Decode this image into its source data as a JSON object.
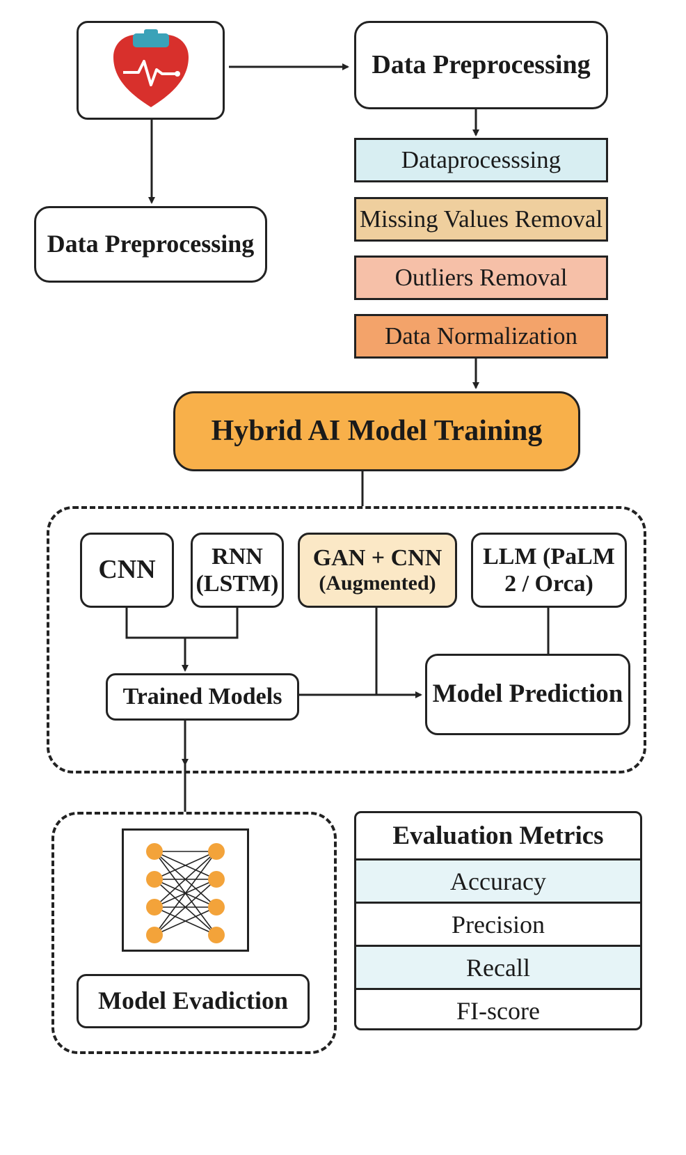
{
  "colors": {
    "stroke": "#222222",
    "step_dataprocessing": "#d8eef2",
    "step_missing_values": "#efcf9e",
    "step_outliers": "#f6c0a8",
    "step_normalization": "#f3a36a",
    "training": "#f8b04a",
    "gan_box": "#fbe8c6",
    "metric_shade": "#e6f4f7",
    "neuron": "#f3a33a",
    "heart": "#d8302c",
    "heart_cap": "#3aa2b8"
  },
  "icons": [
    "heart-monitor-icon",
    "neural-network-icon"
  ],
  "nodes": {
    "preprocessing_top": "Data Preprocessing",
    "preprocessing_left": "Data Preprocessing",
    "steps": [
      "Dataprocesssing",
      "Missing Values Removal",
      "Outliers Removal",
      "Data Normalization"
    ],
    "training": "Hybrid AI Model Training",
    "cnn": "CNN",
    "rnn": [
      "RNN",
      "(LSTM)"
    ],
    "gan": [
      "GAN + CNN",
      "(Augmented)"
    ],
    "llm": [
      "LLM (PaLM",
      "2 / Orca)"
    ],
    "trained_models": "Trained Models",
    "model_prediction": "Model Prediction",
    "model_evaluation": "Model Evadiction"
  },
  "metrics": {
    "title": "Evaluation Metrics",
    "items": [
      "Accuracy",
      "Precision",
      "Recall",
      "FI-score"
    ]
  }
}
